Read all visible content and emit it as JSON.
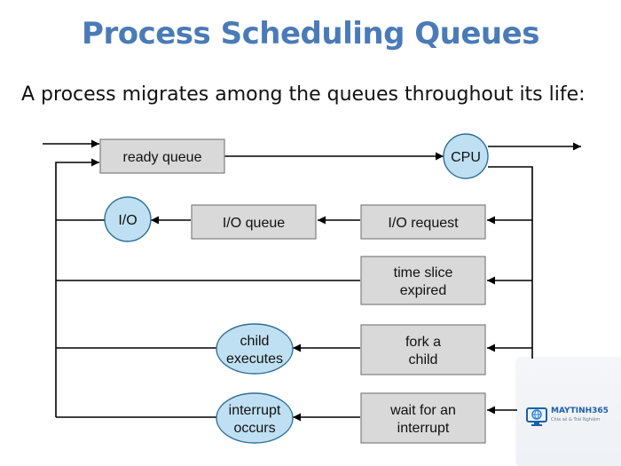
{
  "slide": {
    "title": "Process Scheduling Queues",
    "subtitle": "A process migrates among the queues throughout its life:"
  },
  "diagram": {
    "ready_queue": "ready queue",
    "cpu": "CPU",
    "io": "I/O",
    "io_queue": "I/O queue",
    "io_request": "I/O request",
    "time_slice": [
      "time slice",
      "expired"
    ],
    "fork_child": [
      "fork a",
      "child"
    ],
    "child_executes": [
      "child",
      "executes"
    ],
    "wait_interrupt": [
      "wait for an",
      "interrupt"
    ],
    "interrupt_occurs": [
      "interrupt",
      "occurs"
    ]
  },
  "colors": {
    "title": "#4a7bb7",
    "box_fill": "#d9d9d9",
    "oval_fill": "#bfe0f2",
    "oval_stroke": "#2e6f96"
  },
  "watermark": {
    "brand": "MAYTINH365",
    "tagline": "Chia sẻ & Trải Nghiệm",
    "icon": "monitor-globe-icon"
  }
}
